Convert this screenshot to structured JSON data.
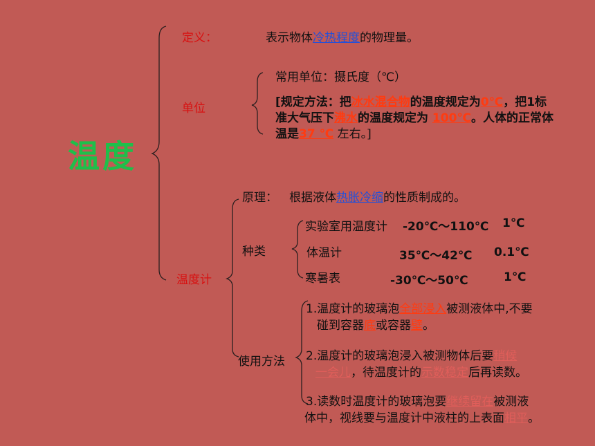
{
  "title": "温度",
  "definition": {
    "label": "定义：",
    "text_before": "表示物体",
    "highlight": "冷热程度",
    "text_after": "的物理量。"
  },
  "unit": {
    "label": "单位",
    "common": "常用单位：摄氏度（℃）",
    "rule": {
      "p1": "[规定方法：把",
      "h1": "冰水混合物",
      "p2": "的温度规定为",
      "h2": "0℃",
      "p3": "，把1标",
      "p4": "准大气压下",
      "h3": "沸水",
      "p5": "的温度规定为 ",
      "h4": "100℃",
      "p6": "。人体的正常体",
      "p7": "温是",
      "h5": "37 ℃",
      "p8": " 左右。]"
    }
  },
  "thermometer": {
    "label": "温度计",
    "principle_label": "原理：",
    "principle_before": "根据液体",
    "principle_highlight": "热胀冷缩",
    "principle_after": "的性质制成的。",
    "kinds_label": "种类",
    "kinds": [
      {
        "name": "实验室用温度计",
        "range": "-20℃～110℃",
        "division": "1℃"
      },
      {
        "name": "体温计",
        "range": "35℃～42℃",
        "division": "0.1℃"
      },
      {
        "name": "寒暑表",
        "range": "-30℃～50℃",
        "division": "1℃"
      }
    ],
    "usage_label": "使用方法",
    "usage": {
      "s1a": "1.温度计的玻璃泡",
      "s1h": "全部浸入",
      "s1b": "被测液体中,不要",
      "s1c": "碰到容器",
      "s1h2": "底",
      "s1d": "或容器",
      "s1h3": "壁",
      "s1e": "。",
      "s2a": "2.温度计的玻璃泡浸入被测物体后要",
      "s2h": "稍候",
      "s2h2": "一会儿",
      "s2b": "，待温度计的",
      "s2h3": "示数稳定",
      "s2c": "后再读数。",
      "s3a": "3.读数时温度计的玻璃泡要",
      "s3h": "继续留在",
      "s3b": "被测液",
      "s3c": "体中，视线要与温度计中液柱的上表面",
      "s3h2": "相平",
      "s3d": "。"
    }
  }
}
